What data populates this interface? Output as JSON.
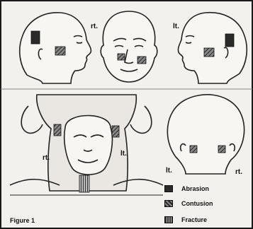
{
  "labels": {
    "top_rt": "rt.",
    "top_lt": "lt.",
    "neck_rt": "rt.",
    "neck_lt": "lt.",
    "back_lt": "lt.",
    "back_rt": "rt.",
    "figure_caption": "Figure 1"
  },
  "legend": [
    {
      "label": "Abrasion",
      "pattern": "solid"
    },
    {
      "label": "Contusion",
      "pattern": "crosshatch"
    },
    {
      "label": "Fracture",
      "pattern": "striped"
    }
  ],
  "colors": {
    "ink": "#111111",
    "background": "#f3f1ee",
    "border": "#1a1a1a"
  }
}
